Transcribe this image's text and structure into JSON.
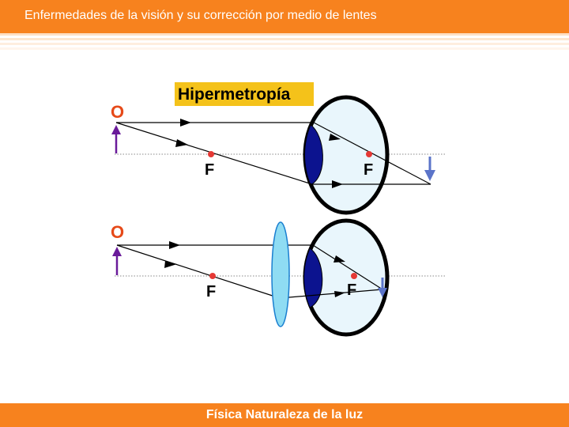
{
  "slide": {
    "title": "Enfermedades de la visión y su corrección por medio de lentes",
    "footer": "Física Naturaleza de la luz"
  },
  "diagram": {
    "heading": "Hipermetropía",
    "top": {
      "object_label": "O",
      "focus_outside_label": "F",
      "focus_inside_label": "F"
    },
    "bottom": {
      "object_label": "O",
      "focus_outside_label": "F",
      "focus_inside_label": "F"
    }
  },
  "colors": {
    "header": "#f7821e",
    "heading_bg": "#f4c21a",
    "eye_fill": "#e9f6fc",
    "eyelens": "#0c138f",
    "lens_fill": "#8fdcf3",
    "object_arrow": "#6a1b9a",
    "image_arrow": "#5b74c9",
    "focus": "#e53935",
    "label_F": "#000000",
    "label_O": "#e64a19"
  },
  "icons": [
    "upward-object-arrow",
    "downward-image-arrow",
    "converging-lens",
    "eye-ball"
  ]
}
